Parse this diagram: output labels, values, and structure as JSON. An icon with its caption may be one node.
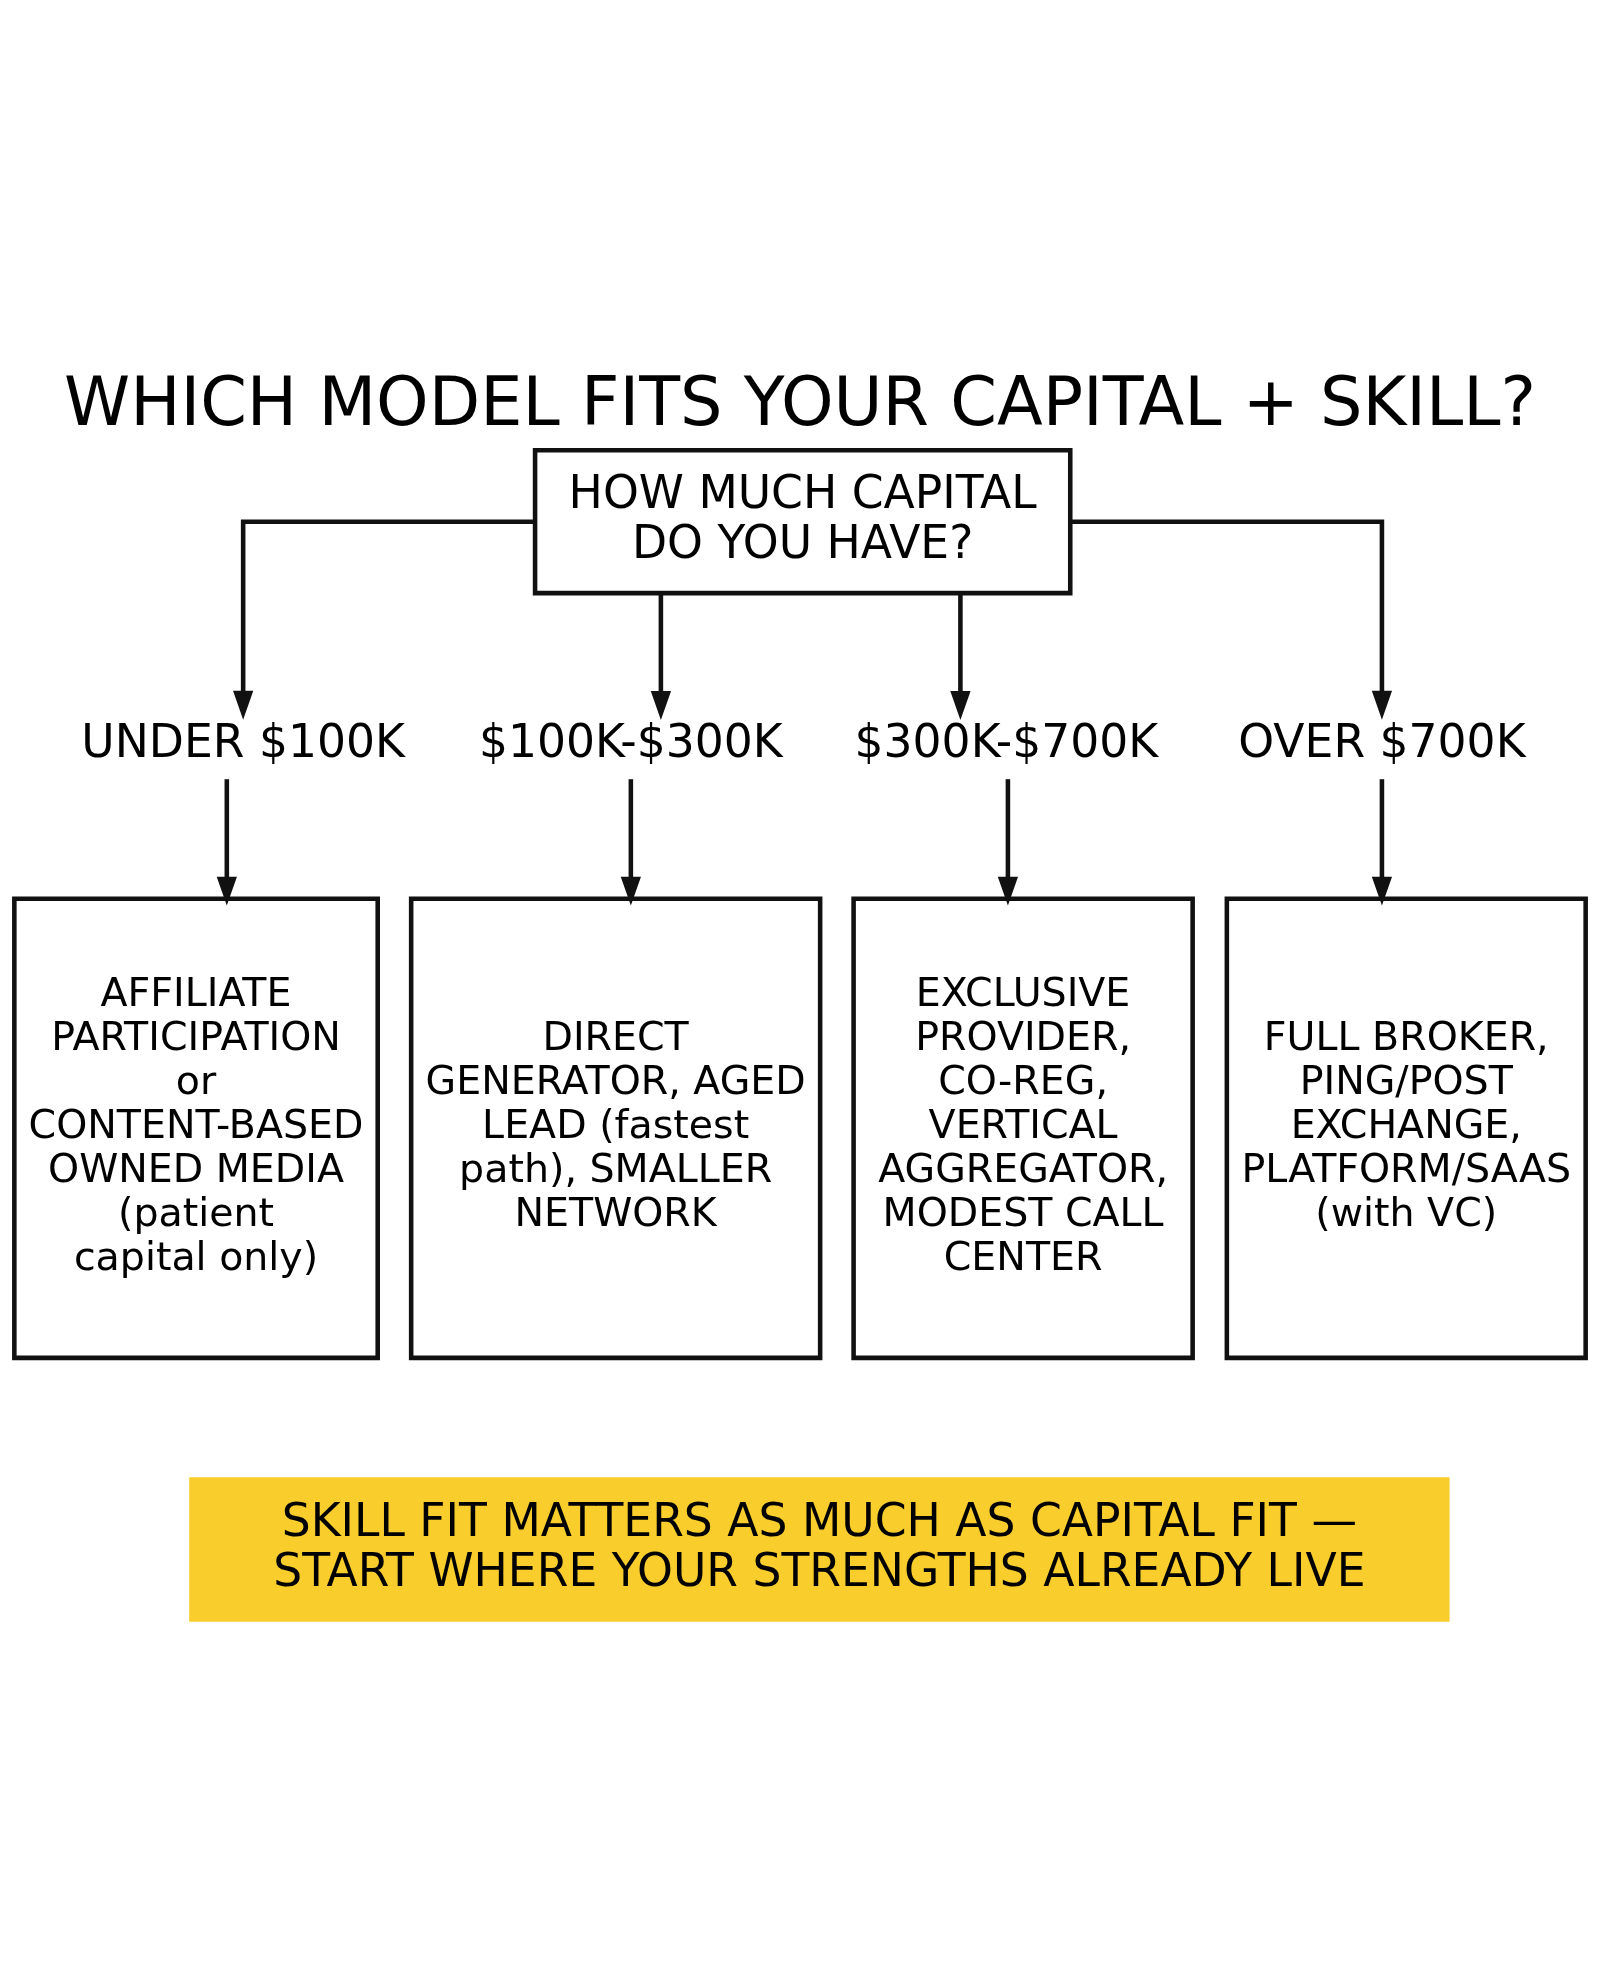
{
  "diagram": {
    "title": "WHICH MODEL FITS YOUR CAPITAL + SKILL?",
    "nodes": [
      {
        "text": [
          "HOW MUCH CAPITAL DO YOU HAVE?"
        ]
      },
      {
        "text": [
          "UNDER $100K"
        ]
      },
      {
        "text": [
          "$100K-$300K"
        ]
      },
      {
        "text": [
          "$300K-$700K"
        ]
      },
      {
        "text": [
          "OVER $700K"
        ]
      },
      {
        "text": [
          "AFFILIATE PARTICIPATION or CONTENT-BASED OWNED MEDIA (patient capital only)"
        ]
      },
      {
        "text": [
          "DIRECT GENERATOR, AGED LEAD (fastest path), SMALLER NETWORK"
        ]
      },
      {
        "text": [
          "EXCLUSIVE PROVIDER, CO-REG, VERTICAL AGGREGATOR, MODEST CALL CENTER"
        ]
      },
      {
        "text": [
          "FULL BROKER, PING/POST EXCHANGE, PLATFORM/SAAS (with VC)"
        ]
      },
      {
        "text": [
          "SKILL FIT MATTERS AS MUCH AS CAPITAL FIT — START WHERE YOUR STRENGTHS ALREADY LIVE"
        ]
      }
    ],
    "edges": [
      {
        "from": 0,
        "to": 1,
        "arrow": "to"
      },
      {
        "from": 0,
        "to": 2,
        "arrow": "to"
      },
      {
        "from": 0,
        "to": 3,
        "arrow": "to"
      },
      {
        "from": 0,
        "to": 4,
        "arrow": "to"
      },
      {
        "from": 1,
        "to": 5,
        "arrow": "to"
      },
      {
        "from": 2,
        "to": 6,
        "arrow": "to"
      },
      {
        "from": 3,
        "to": 7,
        "arrow": "to"
      },
      {
        "from": 4,
        "to": 8,
        "arrow": "to"
      }
    ]
  }
}
